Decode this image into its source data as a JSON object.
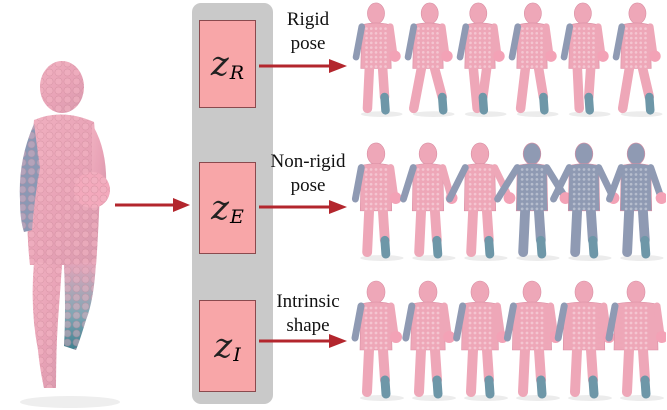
{
  "latents": [
    {
      "symbol": "z",
      "sub": "R"
    },
    {
      "symbol": "z",
      "sub": "E"
    },
    {
      "symbol": "z",
      "sub": "I"
    }
  ],
  "rows": [
    {
      "label": [
        "Rigid",
        "pose"
      ],
      "poses": 6
    },
    {
      "label": [
        "Non-rigid",
        "pose"
      ],
      "poses": 6
    },
    {
      "label": [
        "Intrinsic",
        "shape"
      ],
      "poses": 6
    }
  ],
  "colors": {
    "arrow": "#b3262d",
    "box_fill": "#f8a6a8",
    "panel": "#c9c9c9",
    "body_pink": "#f0a8b8",
    "body_teal": "#5f8f9e"
  }
}
